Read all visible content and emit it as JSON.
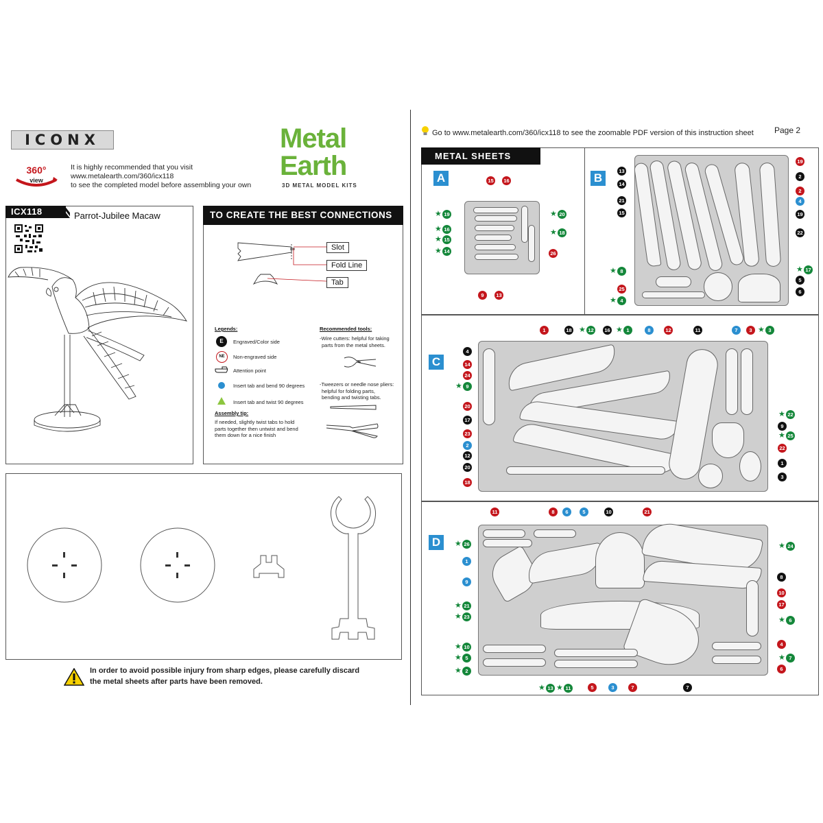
{
  "brand": {
    "iconx": "ICONX",
    "metal_earth_line1": "Metal",
    "metal_earth_line2": "Earth",
    "metal_earth_tagline": "3D METAL MODEL KITS"
  },
  "recommend": {
    "line1": "It is highly recommended that you visit",
    "line2": "www.metalearth.com/360/icx118",
    "line3": "to see the completed model before assembling your own",
    "logo_360": "360°",
    "logo_view": "view"
  },
  "model": {
    "code": "ICX118",
    "name": "Parrot-Jubilee Macaw"
  },
  "connections": {
    "title": "TO CREATE THE BEST CONNECTIONS",
    "slot": "Slot",
    "fold_line": "Fold Line",
    "tab": "Tab",
    "legends_title": "Legends:",
    "legend_e": "Engraved/Color side",
    "legend_e_mark": "E",
    "legend_ne": "Non-engraved side",
    "legend_ne_mark": "NE",
    "legend_attention": "Attention point",
    "legend_bend": "Insert tab and bend 90 degrees",
    "legend_twist": "Insert tab and twist 90 degrees",
    "assembly_tip_title": "Assembly tip:",
    "assembly_tip_1": "If needed, slightly twist tabs to hold",
    "assembly_tip_2": "parts together then untwist and bend",
    "assembly_tip_3": "them down for a nice finish",
    "tools_title": "Recommended tools:",
    "tool_1a": "-Wire cutters: helpful for taking",
    "tool_1b": "parts from the metal sheets.",
    "tool_2a": "-Tweezers or needle nose pliers:",
    "tool_2b": "helpful for folding parts,",
    "tool_2c": "bending and twisting tabs."
  },
  "warning": {
    "line1": "In order to avoid possible injury from sharp edges, please carefully discard",
    "line2": "the metal sheets after parts have been removed."
  },
  "page2": {
    "goto": "Go to www.metalearth.com/360/icx118 to see the zoomable PDF version of this instruction sheet",
    "page_label": "Page 2",
    "metal_sheets_title": "METAL SHEETS",
    "sheet_a": "A",
    "sheet_b": "B",
    "sheet_c": "C",
    "sheet_d": "D"
  },
  "colors": {
    "red": "#c4161c",
    "black": "#111111",
    "blue": "#2b8fd0",
    "green": "#14873a",
    "brand_green": "#6ab23a"
  }
}
